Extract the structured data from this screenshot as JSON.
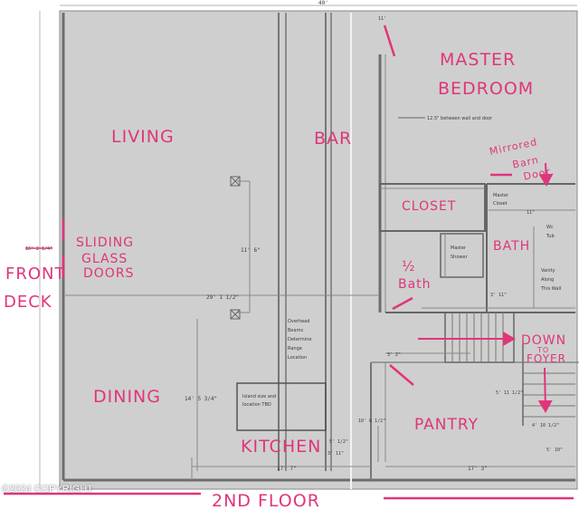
{
  "plan": {
    "rooms": {
      "master_bedroom_1": "MASTER",
      "master_bedroom_2": "BEDROOM",
      "living": "LIVING",
      "bar": "BAR",
      "closet": "CLOSET",
      "bath": "BATH",
      "half_bath_1": "½",
      "half_bath_2": "Bath",
      "dining": "DINING",
      "kitchen": "KITCHEN",
      "pantry": "PANTRY"
    },
    "annotations": {
      "sliding_1": "SLIDING",
      "sliding_2": "GLASS",
      "sliding_3": "DOORS",
      "front_1": "FRONT",
      "front_2": "DECK",
      "mirrored_1": "Mirrored",
      "mirrored_2": "Barn",
      "mirrored_3": "Door",
      "down_1": "DOWN",
      "down_2": "TO",
      "down_3": "FOYER",
      "floor_label": "2ND FLOOR"
    },
    "dimensions": {
      "top_width": "40'",
      "living_height": "11' 6\"",
      "living_width": "29' 1 1/2\"",
      "dining_height": "14' 5 3/4\"",
      "left_side": "16' 2 1/4\"",
      "kitchen_width": "17' 7\"",
      "right_width": "17' 3\"",
      "pantry_height": "10' 6 1/2\"",
      "stair_a": "3' 2\"",
      "stair_b": "5' 11 1/2\"",
      "stair_c": "4' 10 1/2\"",
      "bath_gap": "3' 11\"",
      "kitchen_a": "5' 1/2\"",
      "kitchen_b": "3' 11\"",
      "right_bottom": "5' 10\"",
      "top_right": "11'",
      "closet_w": "11\""
    },
    "notes": {
      "wall_note": "12.5\" between wall and door",
      "beam_1": "Overhead",
      "beam_2": "Beams",
      "beam_3": "Determine",
      "beam_4": "Range",
      "beam_5": "Location",
      "island_1": "Island size and",
      "island_2": "location TBD",
      "master_closet_1": "Master",
      "master_closet_2": "Closet",
      "master_shower_1": "Master",
      "master_shower_2": "Shower",
      "wc_1": "Wc",
      "wc_2": "Tub",
      "vanity_1": "Vanity",
      "vanity_2": "Along",
      "vanity_3": "This Wall"
    },
    "copyright": "©2024 COPYRIGHT"
  }
}
